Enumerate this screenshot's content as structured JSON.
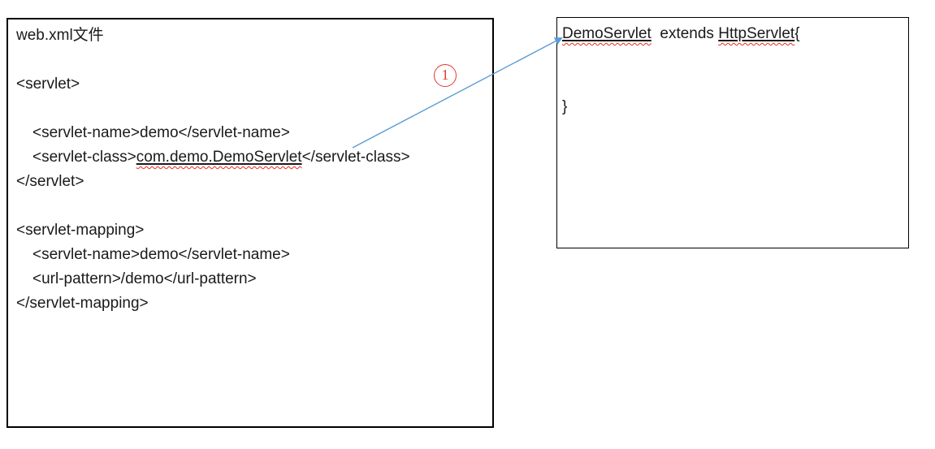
{
  "left_box": {
    "title": "web.xml文件",
    "servlet_open": "<servlet>",
    "servlet_name_line": "<servlet-name>demo</servlet-name>",
    "servlet_class_prefix": "<servlet-class>",
    "servlet_class_value": "com.demo.DemoServlet",
    "servlet_class_suffix": "</servlet-class>",
    "servlet_close": "</servlet>",
    "mapping_open": "<servlet-mapping>",
    "mapping_servlet_name_line": "<servlet-name>demo</servlet-name>",
    "mapping_url_pattern_line": "<url-pattern>/demo</url-pattern>",
    "mapping_close": "</servlet-mapping>"
  },
  "right_box": {
    "class_name": "DemoServlet",
    "extends_text": "  extends ",
    "superclass_name": "HttpServlet",
    "open_brace": "{",
    "close_brace": "}"
  },
  "annotation": {
    "step_number": "1"
  },
  "colors": {
    "arrow_blue": "#5b9bd5",
    "annotation_red": "#e23b30",
    "squiggle_red": "#e8291c",
    "underline_black": "#1a1a1a",
    "text_black": "#1a1a1a",
    "box_border": "#000000"
  }
}
